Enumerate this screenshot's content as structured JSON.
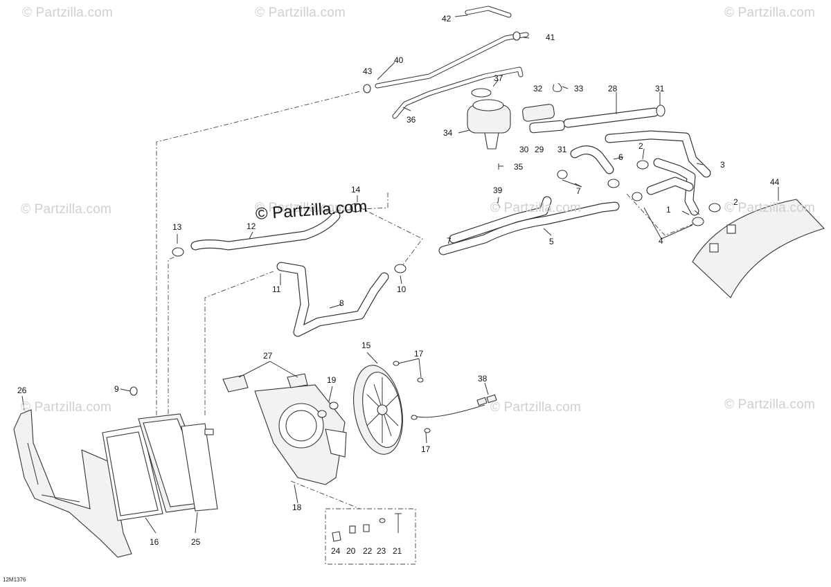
{
  "watermark": {
    "text": "© Partzilla.com",
    "main_text": "© Partzilla.com"
  },
  "diagram_code": "12M1376",
  "callouts": {
    "c1": "1",
    "c2a": "2",
    "c2b": "2",
    "c3": "3",
    "c4": "4",
    "c5": "5",
    "c6": "6",
    "c7a": "7",
    "c7b": "7",
    "c8": "8",
    "c9": "9",
    "c10": "10",
    "c11": "11",
    "c12": "12",
    "c13": "13",
    "c14": "14",
    "c15": "15",
    "c16": "16",
    "c17a": "17",
    "c17b": "17",
    "c18": "18",
    "c19": "19",
    "c20": "20",
    "c21": "21",
    "c22": "22",
    "c23": "23",
    "c24": "24",
    "c25": "25",
    "c26": "26",
    "c27": "27",
    "c28": "28",
    "c29": "29",
    "c30": "30",
    "c31a": "31",
    "c31b": "31",
    "c32": "32",
    "c33": "33",
    "c34": "34",
    "c35": "35",
    "c36": "36",
    "c37": "37",
    "c38": "38",
    "c39": "39",
    "c40": "40",
    "c41": "41",
    "c42": "42",
    "c43": "43",
    "c44": "44"
  }
}
